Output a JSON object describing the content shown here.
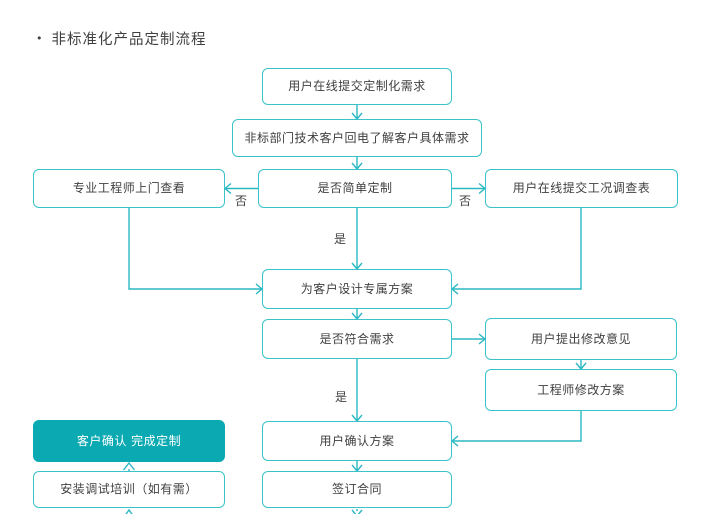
{
  "page": {
    "bullet": "•",
    "title": "非标准化产品定制流程"
  },
  "colors": {
    "box_border": "#3bc3c9",
    "connector": "#2bb8c4",
    "highlight_fill": "#0ba9b2",
    "text": "#3f3f3f",
    "highlight_text": "#ffffff",
    "background": "#ffffff"
  },
  "flowchart": {
    "nodes": [
      {
        "id": "submit-requirements",
        "label": "用户在线提交定制化需求"
      },
      {
        "id": "tech-callback",
        "label": "非标部门技术客户回电了解客户具体需求"
      },
      {
        "id": "engineer-visit",
        "label": "专业工程师上门查看"
      },
      {
        "id": "simple-customization",
        "label": "是否简单定制"
      },
      {
        "id": "condition-survey",
        "label": "用户在线提交工况调查表"
      },
      {
        "id": "design-plan",
        "label": "为客户设计专属方案"
      },
      {
        "id": "meets-requirements",
        "label": "是否符合需求"
      },
      {
        "id": "modification-feedback",
        "label": "用户提出修改意见"
      },
      {
        "id": "engineer-modify",
        "label": "工程师修改方案"
      },
      {
        "id": "confirm-plan",
        "label": "用户确认方案"
      },
      {
        "id": "sign-contract",
        "label": "签订合同"
      },
      {
        "id": "customization-complete",
        "label": "客户确认 完成定制",
        "highlighted": true
      },
      {
        "id": "install-training",
        "label": "安装调试培训（如有需）"
      }
    ],
    "edge_labels": {
      "no_to_engineer": "否",
      "no_to_survey": "否",
      "yes_to_design": "是",
      "yes_to_confirm": "是"
    }
  }
}
